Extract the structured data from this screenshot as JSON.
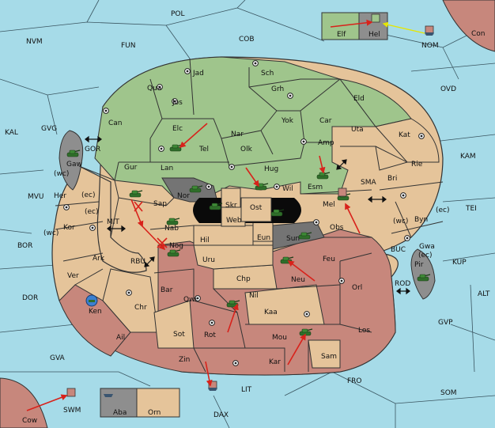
{
  "colors": {
    "sea": "#a6dbe8",
    "green": "#9fc58c",
    "tan": "#e5c49a",
    "brown": "#c7877c",
    "gray": "#8e8e8e",
    "dark_gray": "#747474",
    "black": "#0a0a0a",
    "supply_center": "#ffffff",
    "order_arrow": "#d8221b",
    "support_arrow": "#e6e600"
  },
  "icons": {
    "army": "tank-icon",
    "fleet": "ship-icon",
    "supply_center": "supply-center-icon",
    "dislodged": "cross-icon",
    "bidirectional": "double-arrow-icon"
  },
  "labels": {
    "POL": "POL",
    "NVM": "NVM",
    "FUN": "FUN",
    "COB": "COB",
    "NOM": "NOM",
    "Con": "Con",
    "OVD": "OVD",
    "KAM": "KAM",
    "TEI": "TEI",
    "KUP": "KUP",
    "ALT": "ALT",
    "GVP": "GVP",
    "SOM": "SOM",
    "FRO": "FRO",
    "DAX": "DAX",
    "LIT": "LIT",
    "GVA": "GVA",
    "DOR": "DOR",
    "BOR": "BOR",
    "KAL": "KAL",
    "GVG": "GVG",
    "MVU": "MVU",
    "SWM": "SWM",
    "Cow": "Cow",
    "Aba": "Aba",
    "Orn": "Orn",
    "Elf": "Elf",
    "Hel": "Hel",
    "Jad": "Jad",
    "Sch": "Sch",
    "Qua": "Qua",
    "Jos": "Jos",
    "Grh": "Grh",
    "Eld": "Eld",
    "Can": "Can",
    "Elc": "Elc",
    "Nar": "Nar",
    "Yok": "Yok",
    "Car": "Car",
    "Uta": "Uta",
    "Kat": "Kat",
    "Tel": "Tel",
    "Olk": "Olk",
    "Amp": "Amp",
    "Gur": "Gur",
    "Lan": "Lan",
    "Hug": "Hug",
    "Esm": "Esm",
    "Rie": "Rie",
    "Bri": "Bri",
    "Wil": "Wil",
    "Gaw": "Gaw",
    "Nor": "Nor",
    "Skr": "Skr",
    "Ost": "Ost",
    "Mel": "Mel",
    "SMA": "SMA",
    "Her": "Her",
    "wc": "(wc)",
    "ec": "(ec)",
    "Sap": "Sap",
    "Web": "Web",
    "Obs": "Obs",
    "Byn": "Byn",
    "Gwa": "Gwa",
    "Kor": "Kor",
    "MIT": "MIT",
    "Nab": "Nab",
    "Eun": "Eun",
    "Sun": "Sun",
    "Hil": "Hil",
    "BUC": "BUC",
    "Ark": "Ark",
    "RBU": "RBU",
    "Nog": "Nog",
    "Uru": "Uru",
    "Feu": "Feu",
    "Pir": "Pir",
    "Ver": "Ver",
    "Chp": "Chp",
    "Neu": "Neu",
    "Orl": "Orl",
    "ROD": "ROD",
    "Bar": "Bar",
    "Qwi": "Qwi",
    "Nil": "Nil",
    "Ken": "Ken",
    "Chr": "Chr",
    "Kaa": "Kaa",
    "Sot": "Sot",
    "Rot": "Rot",
    "Ail": "Ail",
    "Mou": "Mou",
    "Los": "Los",
    "Zin": "Zin",
    "Sam": "Sam",
    "Kar": "Kar",
    "GOR": "GOR"
  }
}
